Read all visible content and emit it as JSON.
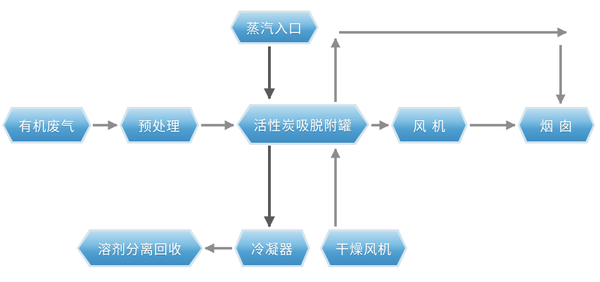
{
  "nodes": {
    "steam_inlet": "蒸汽入口",
    "organic_waste_gas": "有机废气",
    "pretreatment": "预处理",
    "adsorption_tank": "活性炭吸脱附罐",
    "fan": "风 机",
    "chimney": "烟 囱",
    "solvent_recovery": "溶剂分离回收",
    "condenser": "冷凝器",
    "drying_fan": "干燥风机"
  },
  "colors": {
    "node_fill": "#4f9fd1",
    "node_highlight": "#b9dcef",
    "node_border": "#d4e4ee",
    "arrow_gray": "#8c8c8c",
    "arrow_dark": "#5a5a5a"
  }
}
